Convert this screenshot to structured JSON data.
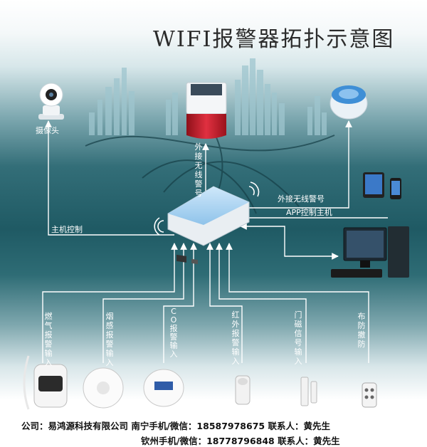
{
  "title": "WIFI报警器拓扑示意图",
  "devices": {
    "camera_label": "摄像头",
    "siren_label": "外接无线警号",
    "host_control": "主机控制",
    "ext_siren": "外接无线警号",
    "app_control": "APP控制主机"
  },
  "inputs": [
    {
      "label": "燃气报警输入"
    },
    {
      "label": "烟感报警输入"
    },
    {
      "label": "CO报警输入"
    },
    {
      "label": "红外报警输入"
    },
    {
      "label": "门磁信号输入"
    },
    {
      "label": "布防撤防"
    }
  ],
  "footer": {
    "line1": "公司：易鸿源科技有限公司 南宁手机/微信：18587978675 联系人：黄先生",
    "line2": "钦州手机/微信：18778796848 联系人：黄先生"
  },
  "colors": {
    "line": "#ffffff",
    "router_top": "#a9d4f2",
    "router_body": "#f4f6f8",
    "siren_red": "#c81f2a"
  }
}
